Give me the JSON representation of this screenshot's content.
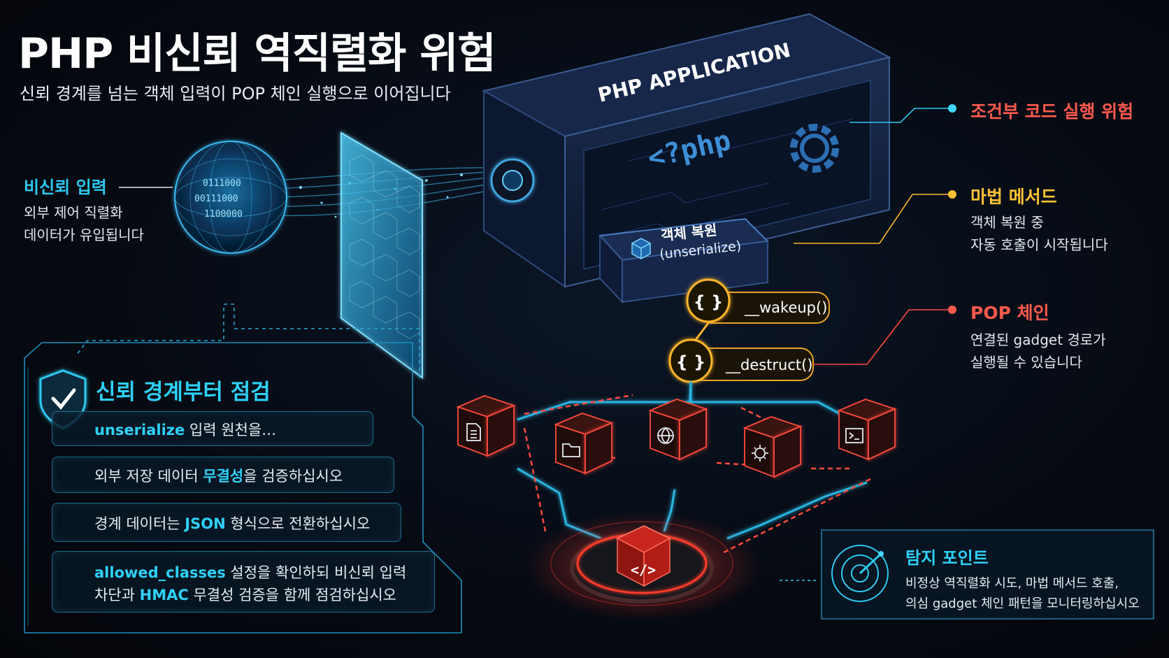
{
  "header": {
    "title": "PHP 비신뢰 역직렬화 위험",
    "subtitle": "신뢰 경계를 넘는 객체 입력이 POP 체인 실행으로 이어집니다"
  },
  "input": {
    "label": "비신뢰 입력",
    "line1": "외부 제어 직렬화",
    "line2": "데이터가 유입됩니다",
    "binary1": "0111000",
    "binary2": "00111000",
    "binary3": "1100000"
  },
  "app": {
    "label": "PHP APPLICATION",
    "code": "<?php",
    "unserialize_title": "객체 복원",
    "unserialize_sub": "(unserialize)"
  },
  "methods": {
    "wakeup": "__wakeup()",
    "destruct": "__destruct()",
    "brace": "{ }"
  },
  "callouts": {
    "code_exec": {
      "title": "조건부 코드 실행 위험",
      "color": "#ff5a4e"
    },
    "magic": {
      "title": "마법 메서드",
      "line1": "객체 복원 중",
      "line2": "자동 호출이 시작됩니다",
      "color": "#ffc234"
    },
    "pop": {
      "title": "POP 체인",
      "line1": "연결된 gadget 경로가",
      "line2": "실행될 수 있습니다",
      "color": "#ff5a4e"
    }
  },
  "gadgets": [
    "file-icon",
    "folder-icon",
    "globe-icon",
    "gear-icon",
    "terminal-icon"
  ],
  "core": {
    "icon": "code-icon",
    "glyph": "</>"
  },
  "checklist": {
    "title": "신뢰 경계부터 점검",
    "items": [
      {
        "hl": "unserialize",
        "rest": " 입력 원천을…"
      },
      {
        "pre": "외부 저장 데이터 ",
        "hl": "무결성",
        "rest": "을 검증하십시오"
      },
      {
        "pre": "경계 데이터는 ",
        "hl": "JSON",
        "rest": " 형식으로 전환하십시오"
      },
      {
        "hl": "allowed_classes",
        "rest": " 설정을 확인하되 비신뢰 입력",
        "pre2": "차단과 ",
        "hl2": "HMAC",
        "rest2": " 무결성 검증을 함께 점검하십시오"
      }
    ]
  },
  "detection": {
    "title": "탐지 포인트",
    "line1": "비정상 역직렬화 시도, 마법 메서드 호출,",
    "line2": "의심 gadget 체인 패턴을 모니터링하십시오"
  },
  "colors": {
    "cyan": "#2ec8f0",
    "orange": "#ffb52a",
    "red": "#ff4a3c",
    "navy": "#0e1c34"
  }
}
